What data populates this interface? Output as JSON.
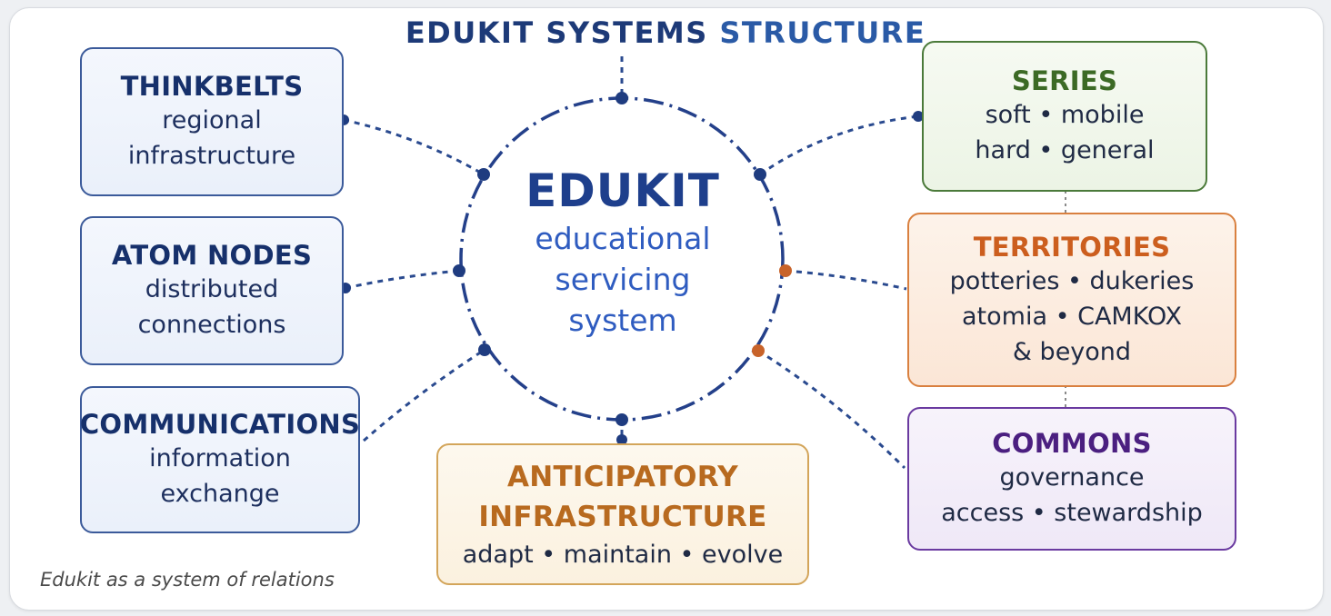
{
  "title": {
    "part1": "EDUKIT SYSTEMS",
    "part2": "STRUCTURE"
  },
  "center": {
    "name": "EDUKIT",
    "lines": [
      "educational",
      "servicing",
      "system"
    ]
  },
  "boxes": {
    "thinkbelts": {
      "heading": "THINKBELTS",
      "lines": [
        "regional",
        "infrastructure"
      ]
    },
    "atom_nodes": {
      "heading": "ATOM NODES",
      "lines": [
        "distributed",
        "connections"
      ]
    },
    "communications": {
      "heading": "COMMUNICATIONS",
      "lines": [
        "information",
        "exchange"
      ]
    },
    "anticipatory": {
      "heading_lines": [
        "ANTICIPATORY",
        "INFRASTRUCTURE"
      ],
      "lines": [
        "adapt • maintain • evolve"
      ]
    },
    "series": {
      "heading": "SERIES",
      "lines": [
        "soft • mobile",
        "hard • general"
      ]
    },
    "territories": {
      "heading": "TERRITORIES",
      "lines": [
        "potteries • dukeries",
        "atomia • CAMKOX",
        "& beyond"
      ]
    },
    "commons": {
      "heading": "COMMONS",
      "lines": [
        "governance",
        "access • stewardship"
      ]
    }
  },
  "caption": "Edukit as a system of relations",
  "colors": {
    "navy": "#1d3a78",
    "blue": "#2f5cc0",
    "green": "#3c6a25",
    "orange": "#cc5e1e",
    "purple": "#4b1f80",
    "gold": "#b86a1f"
  }
}
